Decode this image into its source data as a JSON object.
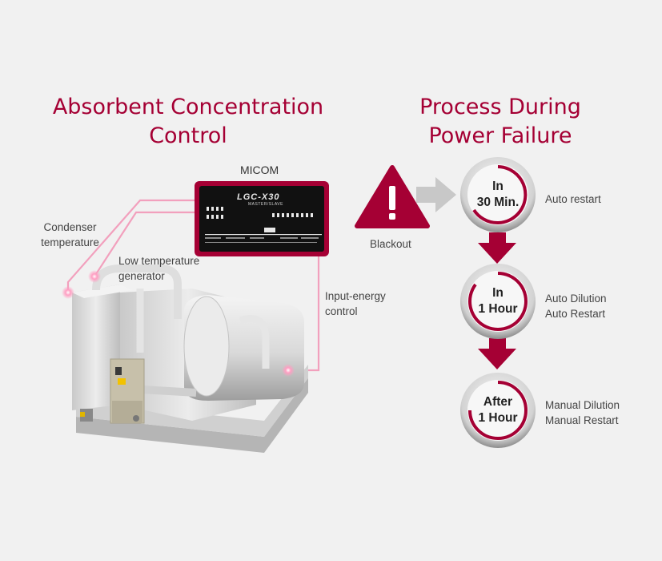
{
  "left_title": {
    "line1": "Absorbent Concentration",
    "line2": "Control"
  },
  "right_title": {
    "line1": "Process During",
    "line2": "Power Failure"
  },
  "micom": {
    "label": "MICOM",
    "panel_brand": "LGC-X30",
    "panel_sub": "MASTER/SLAVE"
  },
  "sensors": {
    "condenser": {
      "line1": "Condenser",
      "line2": "temperature"
    },
    "low_temp": {
      "line1": "Low temperature",
      "line2": "generator"
    },
    "input_energy": {
      "line1": "Input-energy",
      "line2": "control"
    }
  },
  "blackout": {
    "label": "Blackout",
    "icon": "warning-triangle-icon"
  },
  "steps": [
    {
      "clock_line1": "In",
      "clock_line2": "30 Min.",
      "desc_line1": "Auto restart",
      "desc_line2": ""
    },
    {
      "clock_line1": "In",
      "clock_line2": "1 Hour",
      "desc_line1": "Auto Dilution",
      "desc_line2": "Auto Restart"
    },
    {
      "clock_line1": "After",
      "clock_line2": "1 Hour",
      "desc_line1": "Manual Dilution",
      "desc_line2": "Manual Restart"
    }
  ],
  "colors": {
    "accent": "#a50034",
    "arrow_gray": "#c8c8c8",
    "glow_line": "#f2a0bd",
    "background": "#f1f1f1"
  }
}
